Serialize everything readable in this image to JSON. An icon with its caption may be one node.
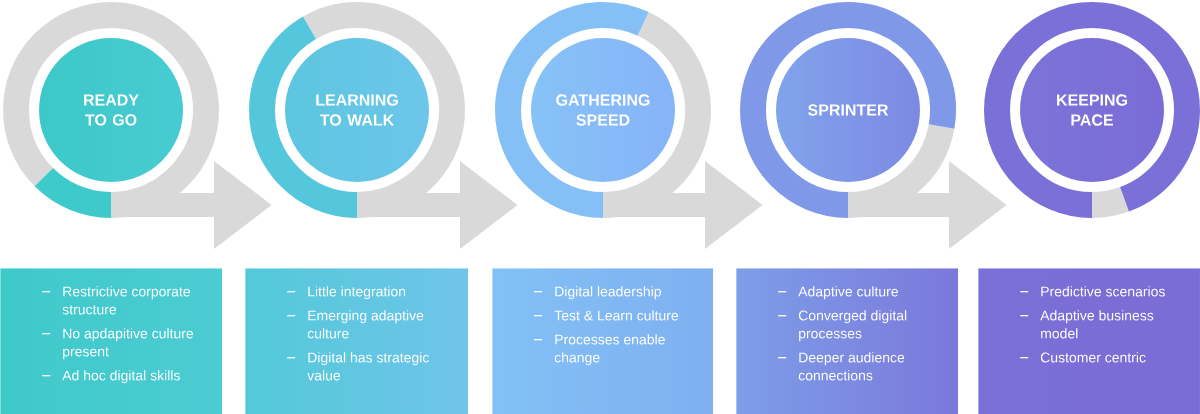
{
  "diagram": {
    "nodes": [
      {
        "text": [
          "READY TO GO"
        ]
      },
      {
        "text": [
          "LEARNING TO WALK"
        ]
      },
      {
        "text": [
          "GATHERING SPEED"
        ]
      },
      {
        "text": [
          "SPRINTER"
        ]
      },
      {
        "text": [
          "KEEPING PACE"
        ]
      },
      {
        "text": [
          "Restrictive corporate structure",
          "No apdapitive culture present",
          "Ad hoc digital skills"
        ]
      },
      {
        "text": [
          "Little integration",
          "Emerging adaptive culture",
          "Digital has strategic value"
        ]
      },
      {
        "text": [
          "Digital leadership",
          "Test & Learn culture",
          "Processes enable change"
        ]
      },
      {
        "text": [
          "Adaptive culture",
          "Converged digital processes",
          "Deeper audience connections"
        ]
      },
      {
        "text": [
          "Predictive scenarios",
          "Adaptive business model",
          "Customer centric"
        ]
      }
    ],
    "edges": [
      {
        "from": 0,
        "to": 1,
        "arrow": "to"
      },
      {
        "from": 1,
        "to": 2,
        "arrow": "to"
      },
      {
        "from": 2,
        "to": 3,
        "arrow": "to"
      },
      {
        "from": 3,
        "to": 4,
        "arrow": "to"
      }
    ]
  }
}
